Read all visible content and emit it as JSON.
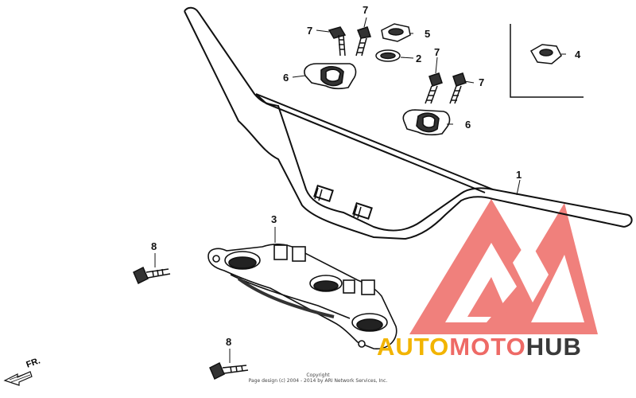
{
  "diagram": {
    "parts": [
      {
        "ref": "1",
        "name_visible": false
      },
      {
        "ref": "2"
      },
      {
        "ref": "3"
      },
      {
        "ref": "4"
      },
      {
        "ref": "5"
      },
      {
        "ref": "6"
      },
      {
        "ref": "7"
      },
      {
        "ref": "8"
      }
    ],
    "callouts": {
      "c1": "1",
      "c2": "2",
      "c3": "3",
      "c4": "4",
      "c5": "5",
      "c6a": "6",
      "c6b": "6",
      "c7a": "7",
      "c7b": "7",
      "c7c": "7",
      "c7d": "7",
      "c8a": "8",
      "c8b": "8"
    },
    "direction_label": "FR.",
    "copyright_line1": "Copyright",
    "copyright_line2": "Page design (c) 2004 - 2014 by ARI Network Services, Inc."
  },
  "watermark": {
    "part1": "AUTO",
    "part2": "MOTO",
    "part3": "HUB",
    "colors": {
      "auto": "#f2b400",
      "moto": "#ee6a66",
      "hub": "#3a3a3a",
      "logo": "#ee6a66"
    }
  }
}
